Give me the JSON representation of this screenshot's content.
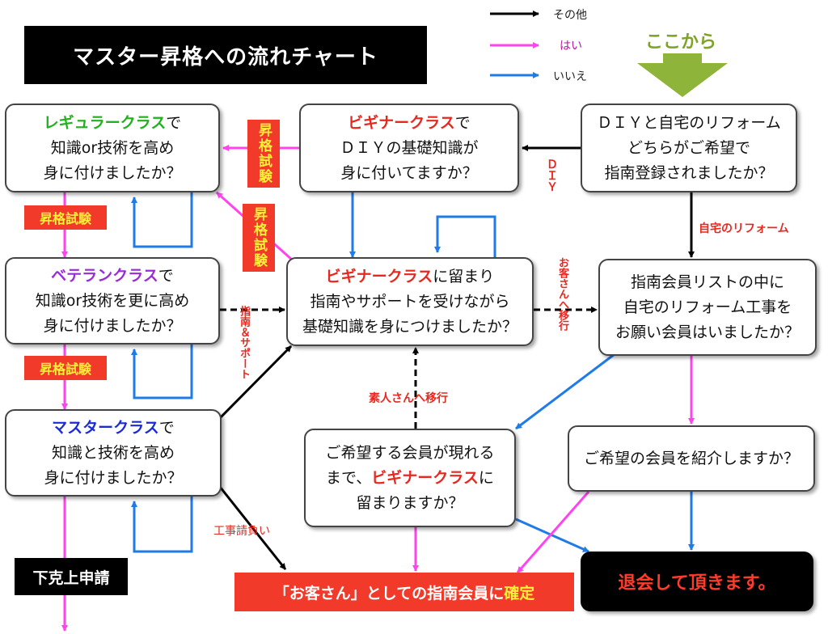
{
  "title": "マスター昇格への流れチャート",
  "legend": {
    "other": "その他",
    "yes": "はい",
    "no": "いいえ"
  },
  "start_label": "ここから",
  "nodes": {
    "regular": {
      "l1_strong": "レギュラークラス",
      "l1_rest": "で",
      "l2": "知識or技術を高め",
      "l3": "身に付けましたか？"
    },
    "beginner_top": {
      "l1_strong": "ビギナークラス",
      "l1_rest": "で",
      "l2": "ＤＩＹの基礎知識が",
      "l3": "身に付いてますか？"
    },
    "diy": {
      "l1": "ＤＩＹと自宅のリフォーム",
      "l2": "どちらがご希望で",
      "l3": "指南登録されましたか？"
    },
    "veteran": {
      "l1_strong": "ベテランクラス",
      "l1_rest": "で",
      "l2": "知識or技術を更に高め",
      "l3": "身に付けましたか？"
    },
    "beginner_stay": {
      "l1_strong": "ビギナークラス",
      "l1_rest": "に留まり",
      "l2": "指南やサポートを受けながら",
      "l3": "基礎知識を身につけましたか？"
    },
    "member_list": {
      "l1": "指南会員リストの中に",
      "l2": "自宅のリフォーム工事を",
      "l3": "お願い会員はいましたか？"
    },
    "master": {
      "l1_strong": "マスタークラス",
      "l1_rest": "で",
      "l2": "知識と技術を高め",
      "l3": "身に付けましたか？"
    },
    "wait": {
      "l1": "ご希望する会員が現れる",
      "l2_pre": "まで、",
      "l2_strong": "ビギナークラス",
      "l2_rest": "に",
      "l3": "留まりますか？"
    },
    "introduce": {
      "l1": "ご希望の会員を紹介しますか？"
    }
  },
  "tags": {
    "promo_exam_1": "昇格試験",
    "promo_exam_2": "昇格試験",
    "promo_exam_v1": "昇格試験",
    "promo_exam_v2": "昇格試験"
  },
  "labels": {
    "diy_vertical": "ＤＩＹ",
    "home_reform": "自宅のリフォーム",
    "to_customer": "お客さんへ移行",
    "support": "指南＆サポート",
    "to_amateur": "素人さんへ移行",
    "construction": "工事請負い"
  },
  "endings": {
    "gekokujo": "下克上申請",
    "confirm_pre": "「お客さん」としての指南会員に",
    "confirm_strong": "確定",
    "withdraw": "退会して頂きます。"
  },
  "colors": {
    "other": "#000000",
    "yes": "#ff44ee",
    "no": "#1f7be8",
    "tag_bg": "#f23a2a",
    "tag_text": "#ffef3a",
    "start_arrow": "#8fb43a"
  }
}
